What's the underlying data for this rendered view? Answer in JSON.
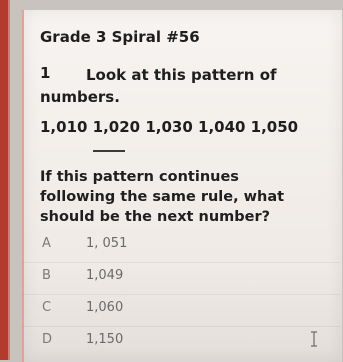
{
  "worksheet": {
    "title": "Grade 3 Spiral #56",
    "question_number": "1",
    "question_text": "Look at this pattern of numbers.",
    "sequence": "1,010 1,020 1,030 1,040 1,050",
    "prompt": "If this pattern continues following the same rule, what should be the next number?",
    "choices": [
      {
        "letter": "A",
        "value": "1, 051"
      },
      {
        "letter": "B",
        "value": "1,049"
      },
      {
        "letter": "C",
        "value": "1,060"
      },
      {
        "letter": "D",
        "value": "1,150"
      }
    ]
  }
}
